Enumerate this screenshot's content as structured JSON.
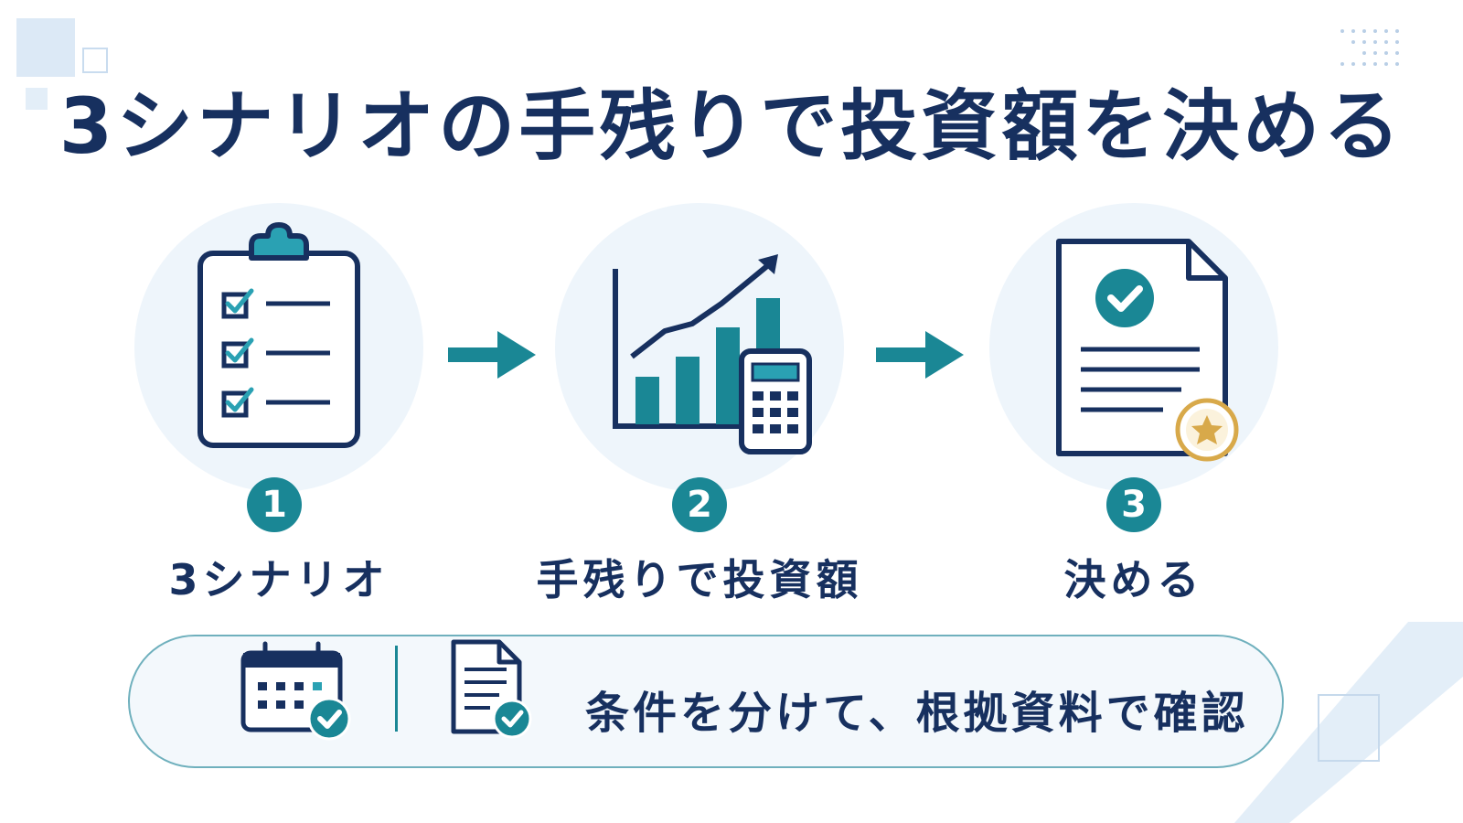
{
  "title": "3シナリオの手残りで投資額を決める",
  "steps": [
    {
      "number": "1",
      "label": "3シナリオ",
      "icon": "clipboard-checklist-icon"
    },
    {
      "number": "2",
      "label": "手残りで投資額",
      "icon": "chart-calculator-icon"
    },
    {
      "number": "3",
      "label": "決める",
      "icon": "approved-document-icon"
    }
  ],
  "footer": {
    "text": "条件を分けて、根拠資料で確認",
    "icons": [
      "calendar-check-icon",
      "document-check-icon"
    ]
  },
  "colors": {
    "navy": "#17305f",
    "teal": "#1a8795",
    "accent_teal": "#2aa1b3",
    "gold": "#d8a94a",
    "light_bg": "#eef5fb"
  }
}
